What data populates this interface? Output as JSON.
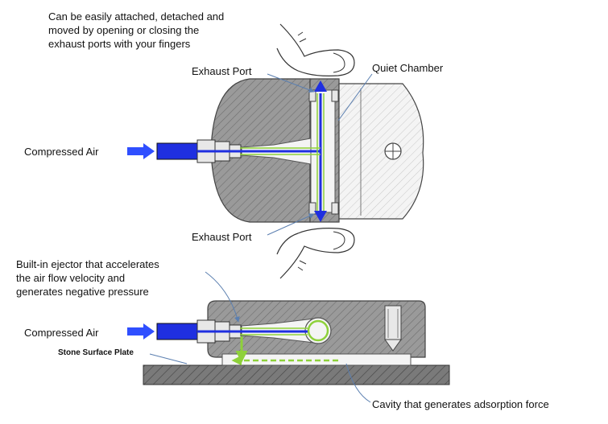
{
  "labels": {
    "top_note": "Can be easily attached, detached and\nmoved by opening or closing the\nexhaust ports with your fingers",
    "exhaust_port_top": "Exhaust Port",
    "quiet_chamber": "Quiet Chamber",
    "compressed_air_top": "Compressed Air",
    "exhaust_port_bottom": "Exhaust Port",
    "ejector_note": "Built-in ejector that accelerates\nthe air flow velocity and\ngenerates negative pressure",
    "compressed_air_bottom": "Compressed Air",
    "stone_surface_plate": "Stone Surface Plate",
    "cavity_note": "Cavity that generates adsorption force"
  },
  "colors": {
    "body_fill": "#9a9a9a",
    "chamber_fill": "#f2f2f2",
    "flow_blue": "#1f2fe0",
    "flow_green": "#8ed13a",
    "flow_arrow": "#3a66ff",
    "leader": "#5b7fb0",
    "plate_fill": "#7a7a7a"
  },
  "icons": [
    "finger-icon",
    "arrow-icon"
  ]
}
